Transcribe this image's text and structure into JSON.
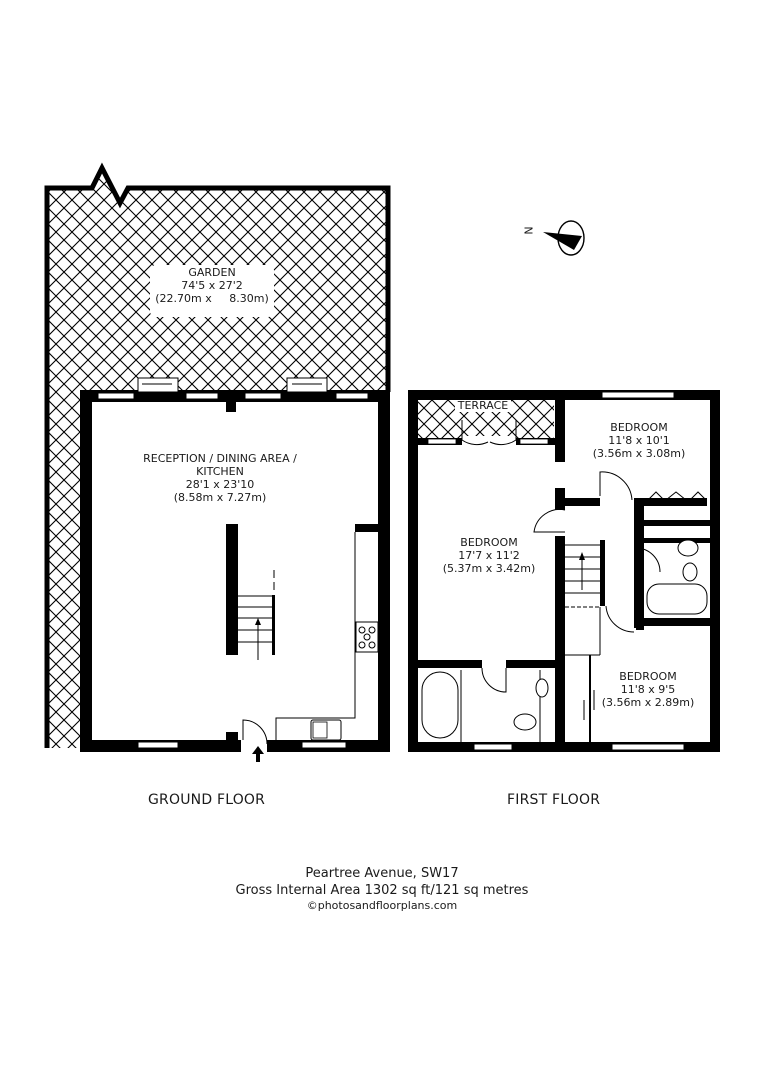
{
  "ground_floor": {
    "label": "GROUND FLOOR",
    "rooms": [
      {
        "name": "GARDEN",
        "imperial": "74'5 x 27'2",
        "metric": "(22.70m x     8.30m)"
      },
      {
        "name_line1": "RECEPTION / DINING AREA /",
        "name_line2": "KITCHEN",
        "imperial": "28'1 x 23'10",
        "metric": "(8.58m x 7.27m)"
      }
    ]
  },
  "first_floor": {
    "label": "FIRST FLOOR",
    "rooms": [
      {
        "name": "TERRACE"
      },
      {
        "name": "BEDROOM",
        "imperial": "11'8 x 10'1",
        "metric": "(3.56m x 3.08m)"
      },
      {
        "name": "BEDROOM",
        "imperial": "17'7 x 11'2",
        "metric": "(5.37m x 3.42m)"
      },
      {
        "name": "BEDROOM",
        "imperial": "11'8 x 9'5",
        "metric": "(3.56m x 2.89m)"
      }
    ]
  },
  "compass": {
    "label": "N"
  },
  "footer": {
    "address": "Peartree Avenue, SW17",
    "area": "Gross Internal Area 1302 sq ft/121 sq metres",
    "copyright": "©photosandfloorplans.com"
  },
  "colors": {
    "wall": "#000000",
    "background": "#ffffff",
    "text": "#1a1a1a"
  }
}
